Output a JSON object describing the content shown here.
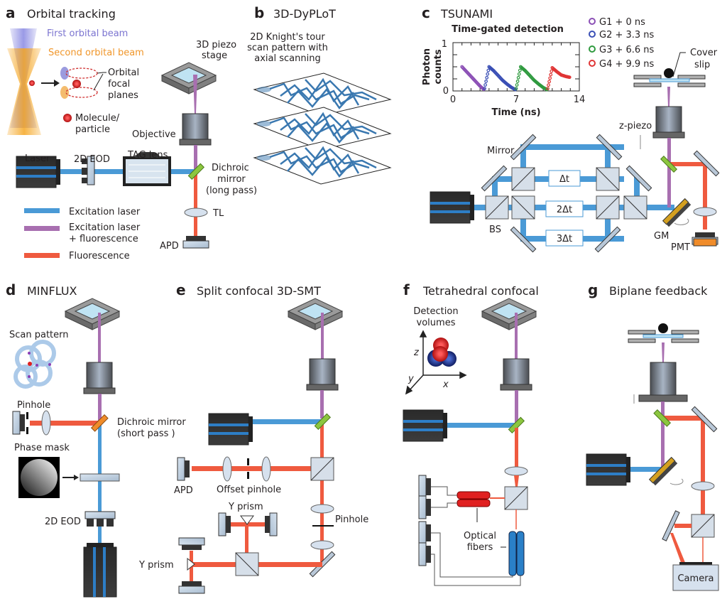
{
  "colors": {
    "excitation": "#4a9ad6",
    "mixed": "#a86fb0",
    "fluorescence": "#ef5a3f",
    "dichroic_long": "#8cc63f",
    "dichroic_short": "#f08c2a",
    "gm": "#d4a020",
    "g1": "#8b4fb5",
    "g2": "#3a4fb5",
    "g3": "#2f9a3f",
    "g4": "#e03535"
  },
  "panels": {
    "a": {
      "letter": "a",
      "title": "Orbital tracking",
      "first_beam": "First orbital beam",
      "second_beam": "Second orbital beam",
      "orbital_planes": [
        "Orbital",
        "focal",
        "planes"
      ],
      "molecule": [
        "Molecule/",
        "particle"
      ],
      "stage": [
        "3D piezo",
        "stage"
      ],
      "objective": "Objective",
      "laser": "Laser",
      "eod": "2D EOD",
      "tag": "TAG lens",
      "dichroic": [
        "Dichroic",
        "mirror",
        "(long pass)"
      ],
      "tl": "TL",
      "apd": "APD",
      "legend": [
        {
          "lines": [
            "Excitation laser"
          ],
          "color": "excitation"
        },
        {
          "lines": [
            "Excitation laser",
            "+ fluorescence"
          ],
          "color": "mixed"
        },
        {
          "lines": [
            "Fluorescence"
          ],
          "color": "fluorescence"
        }
      ]
    },
    "b": {
      "letter": "b",
      "title": "3D-DyPLoT",
      "caption": [
        "2D Knight's tour",
        "scan pattern with",
        "axial scanning"
      ]
    },
    "c": {
      "letter": "c",
      "title": "TSUNAMI",
      "chart": {
        "title": "Time-gated detection",
        "ylabel": [
          "Photon",
          "counts"
        ],
        "xlabel": "Time (ns)",
        "xticks": [
          "0",
          "7",
          "14"
        ],
        "yticks": [
          "0",
          "1"
        ]
      },
      "legend": [
        "G1 + 0 ns",
        "G2 + 3.3 ns",
        "G3 + 6.6 ns",
        "G4 + 9.9 ns"
      ],
      "cover_slip": [
        "Cover",
        "slip"
      ],
      "z_piezo": "z-piezo",
      "mirror": "Mirror",
      "delays": [
        "Δt",
        "2Δt",
        "3Δt"
      ],
      "bs": "BS",
      "gm": "GM",
      "pmt": "PMT"
    },
    "d": {
      "letter": "d",
      "title": "MINFLUX",
      "scan_pattern": "Scan pattern",
      "pinhole": "Pinhole",
      "dichroic": [
        "Dichroic mirror",
        "(short pass )"
      ],
      "phase_mask": "Phase mask",
      "eod": "2D EOD"
    },
    "e": {
      "letter": "e",
      "title": "Split confocal 3D-SMT",
      "apd": "APD",
      "offset_pinhole": "Offset pinhole",
      "y_prism_top": "Y prism",
      "y_prism_left": "Y prism",
      "pinhole": "Pinhole"
    },
    "f": {
      "letter": "f",
      "title": "Tetrahedral confocal",
      "detection": [
        "Detection",
        "volumes"
      ],
      "axes": [
        "z",
        "x",
        "y"
      ],
      "fibers": [
        "Optical",
        "fibers"
      ]
    },
    "g": {
      "letter": "g",
      "title": "Biplane feedback",
      "camera": "Camera"
    }
  },
  "chart_data": {
    "type": "scatter",
    "title": "Time-gated detection",
    "xlabel": "Time (ns)",
    "ylabel": "Photon counts",
    "xlim": [
      0,
      14
    ],
    "ylim": [
      0,
      1
    ],
    "xticks": [
      0,
      7,
      14
    ],
    "yticks": [
      0,
      1
    ],
    "series": [
      {
        "name": "G1 + 0 ns",
        "x": [
          1.0,
          1.5,
          2.0,
          2.5,
          3.0,
          3.5
        ],
        "y": [
          0.5,
          0.4,
          0.3,
          0.2,
          0.1,
          0.02
        ]
      },
      {
        "name": "G2 + 3.3 ns",
        "x": [
          3.5,
          4.0,
          4.5,
          5.0,
          5.5,
          6.0,
          6.5,
          7.0
        ],
        "y": [
          0.05,
          0.5,
          0.42,
          0.32,
          0.22,
          0.14,
          0.07,
          0.02
        ]
      },
      {
        "name": "G3 + 6.6 ns",
        "x": [
          7.0,
          7.5,
          8.0,
          8.5,
          9.0,
          9.5,
          10.0,
          10.5
        ],
        "y": [
          0.05,
          0.5,
          0.42,
          0.32,
          0.22,
          0.14,
          0.07,
          0.02
        ]
      },
      {
        "name": "G4 + 9.9 ns",
        "x": [
          10.5,
          11.0,
          11.5,
          12.0,
          12.5,
          13.0
        ],
        "y": [
          0.05,
          0.48,
          0.4,
          0.33,
          0.3,
          0.28
        ]
      }
    ]
  }
}
